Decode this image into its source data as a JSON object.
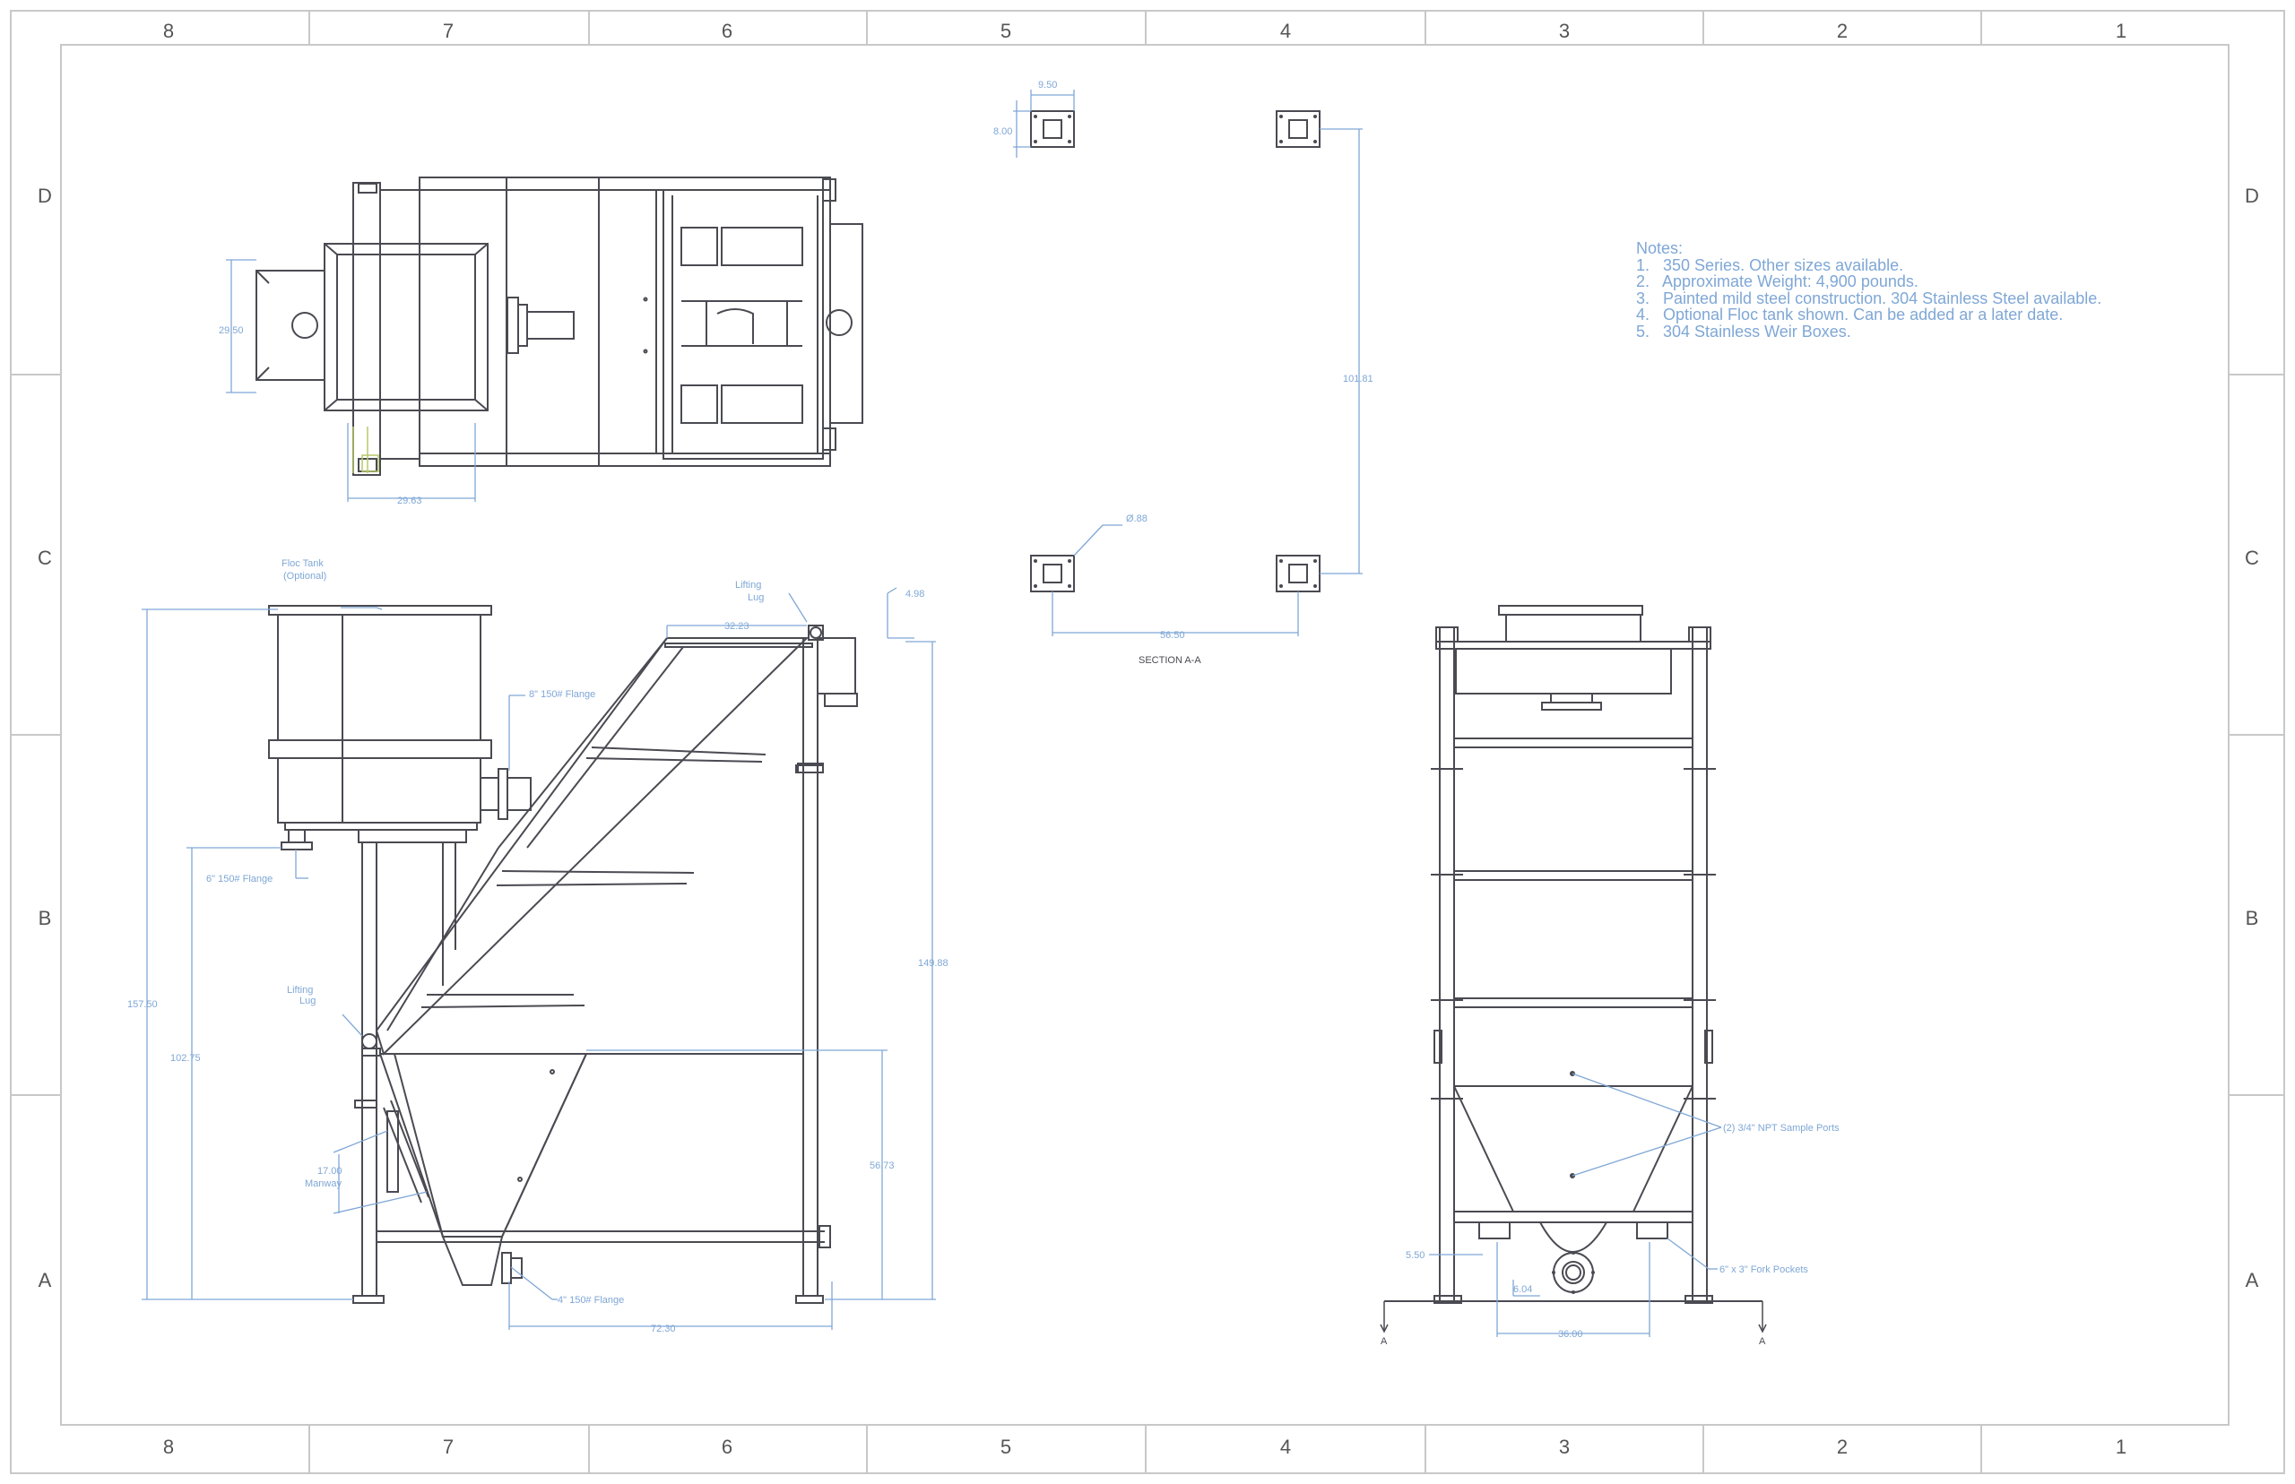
{
  "border": {
    "columns": [
      "8",
      "7",
      "6",
      "5",
      "4",
      "3",
      "2",
      "1"
    ],
    "rows": [
      "D",
      "C",
      "B",
      "A"
    ]
  },
  "notes": {
    "title": "Notes:",
    "items": [
      "1.   350 Series. Other sizes available.",
      "2.   Approximate Weight: 4,900 pounds.",
      "3.   Painted mild steel construction. 304 Stainless Steel available.",
      "4.   Optional Floc tank shown. Can be added ar a later date.",
      "5.   304 Stainless Weir Boxes."
    ]
  },
  "top_view": {
    "dim_width": "29.63",
    "dim_height": "29.50"
  },
  "section_view": {
    "label": "SECTION A-A",
    "dim_plate_w": "9.50",
    "dim_plate_h": "8.00",
    "dim_hole": "Ø.88",
    "dim_span_x": "56.50",
    "dim_span_y": "101.81"
  },
  "side_view": {
    "floc_tank_line1": "Floc Tank",
    "floc_tank_line2": "(Optional)",
    "lifting_lug_top_1": "Lifting",
    "lifting_lug_top_2": "Lug",
    "lifting_lug_left_1": "Lifting",
    "lifting_lug_left_2": "Lug",
    "flange_8": "8\" 150# Flange",
    "flange_6": "6\" 150# Flange",
    "flange_4": "4\" 150# Flange",
    "dim_32_23": "32.23",
    "dim_4_98": "4.98",
    "dim_157_50": "157.50",
    "dim_102_75": "102.75",
    "dim_149_88": "149.88",
    "dim_56_73": "56.73",
    "dim_72_30": "72.30",
    "manway_1": "17.00",
    "manway_2": "Manway"
  },
  "end_view": {
    "sample_ports": "(2) 3/4\" NPT Sample Ports",
    "fork_pockets": "6\" x 3\" Fork Pockets",
    "dim_5_50": "5.50",
    "dim_6_04": "6.04",
    "dim_36_00": "36.00",
    "section_mark_left": "A",
    "section_mark_right": "A"
  },
  "colors": {
    "line": "#4a4a52",
    "dimension": "#7fa7d6",
    "border": "#c8c8c8",
    "highlight": "#b7c86a"
  }
}
